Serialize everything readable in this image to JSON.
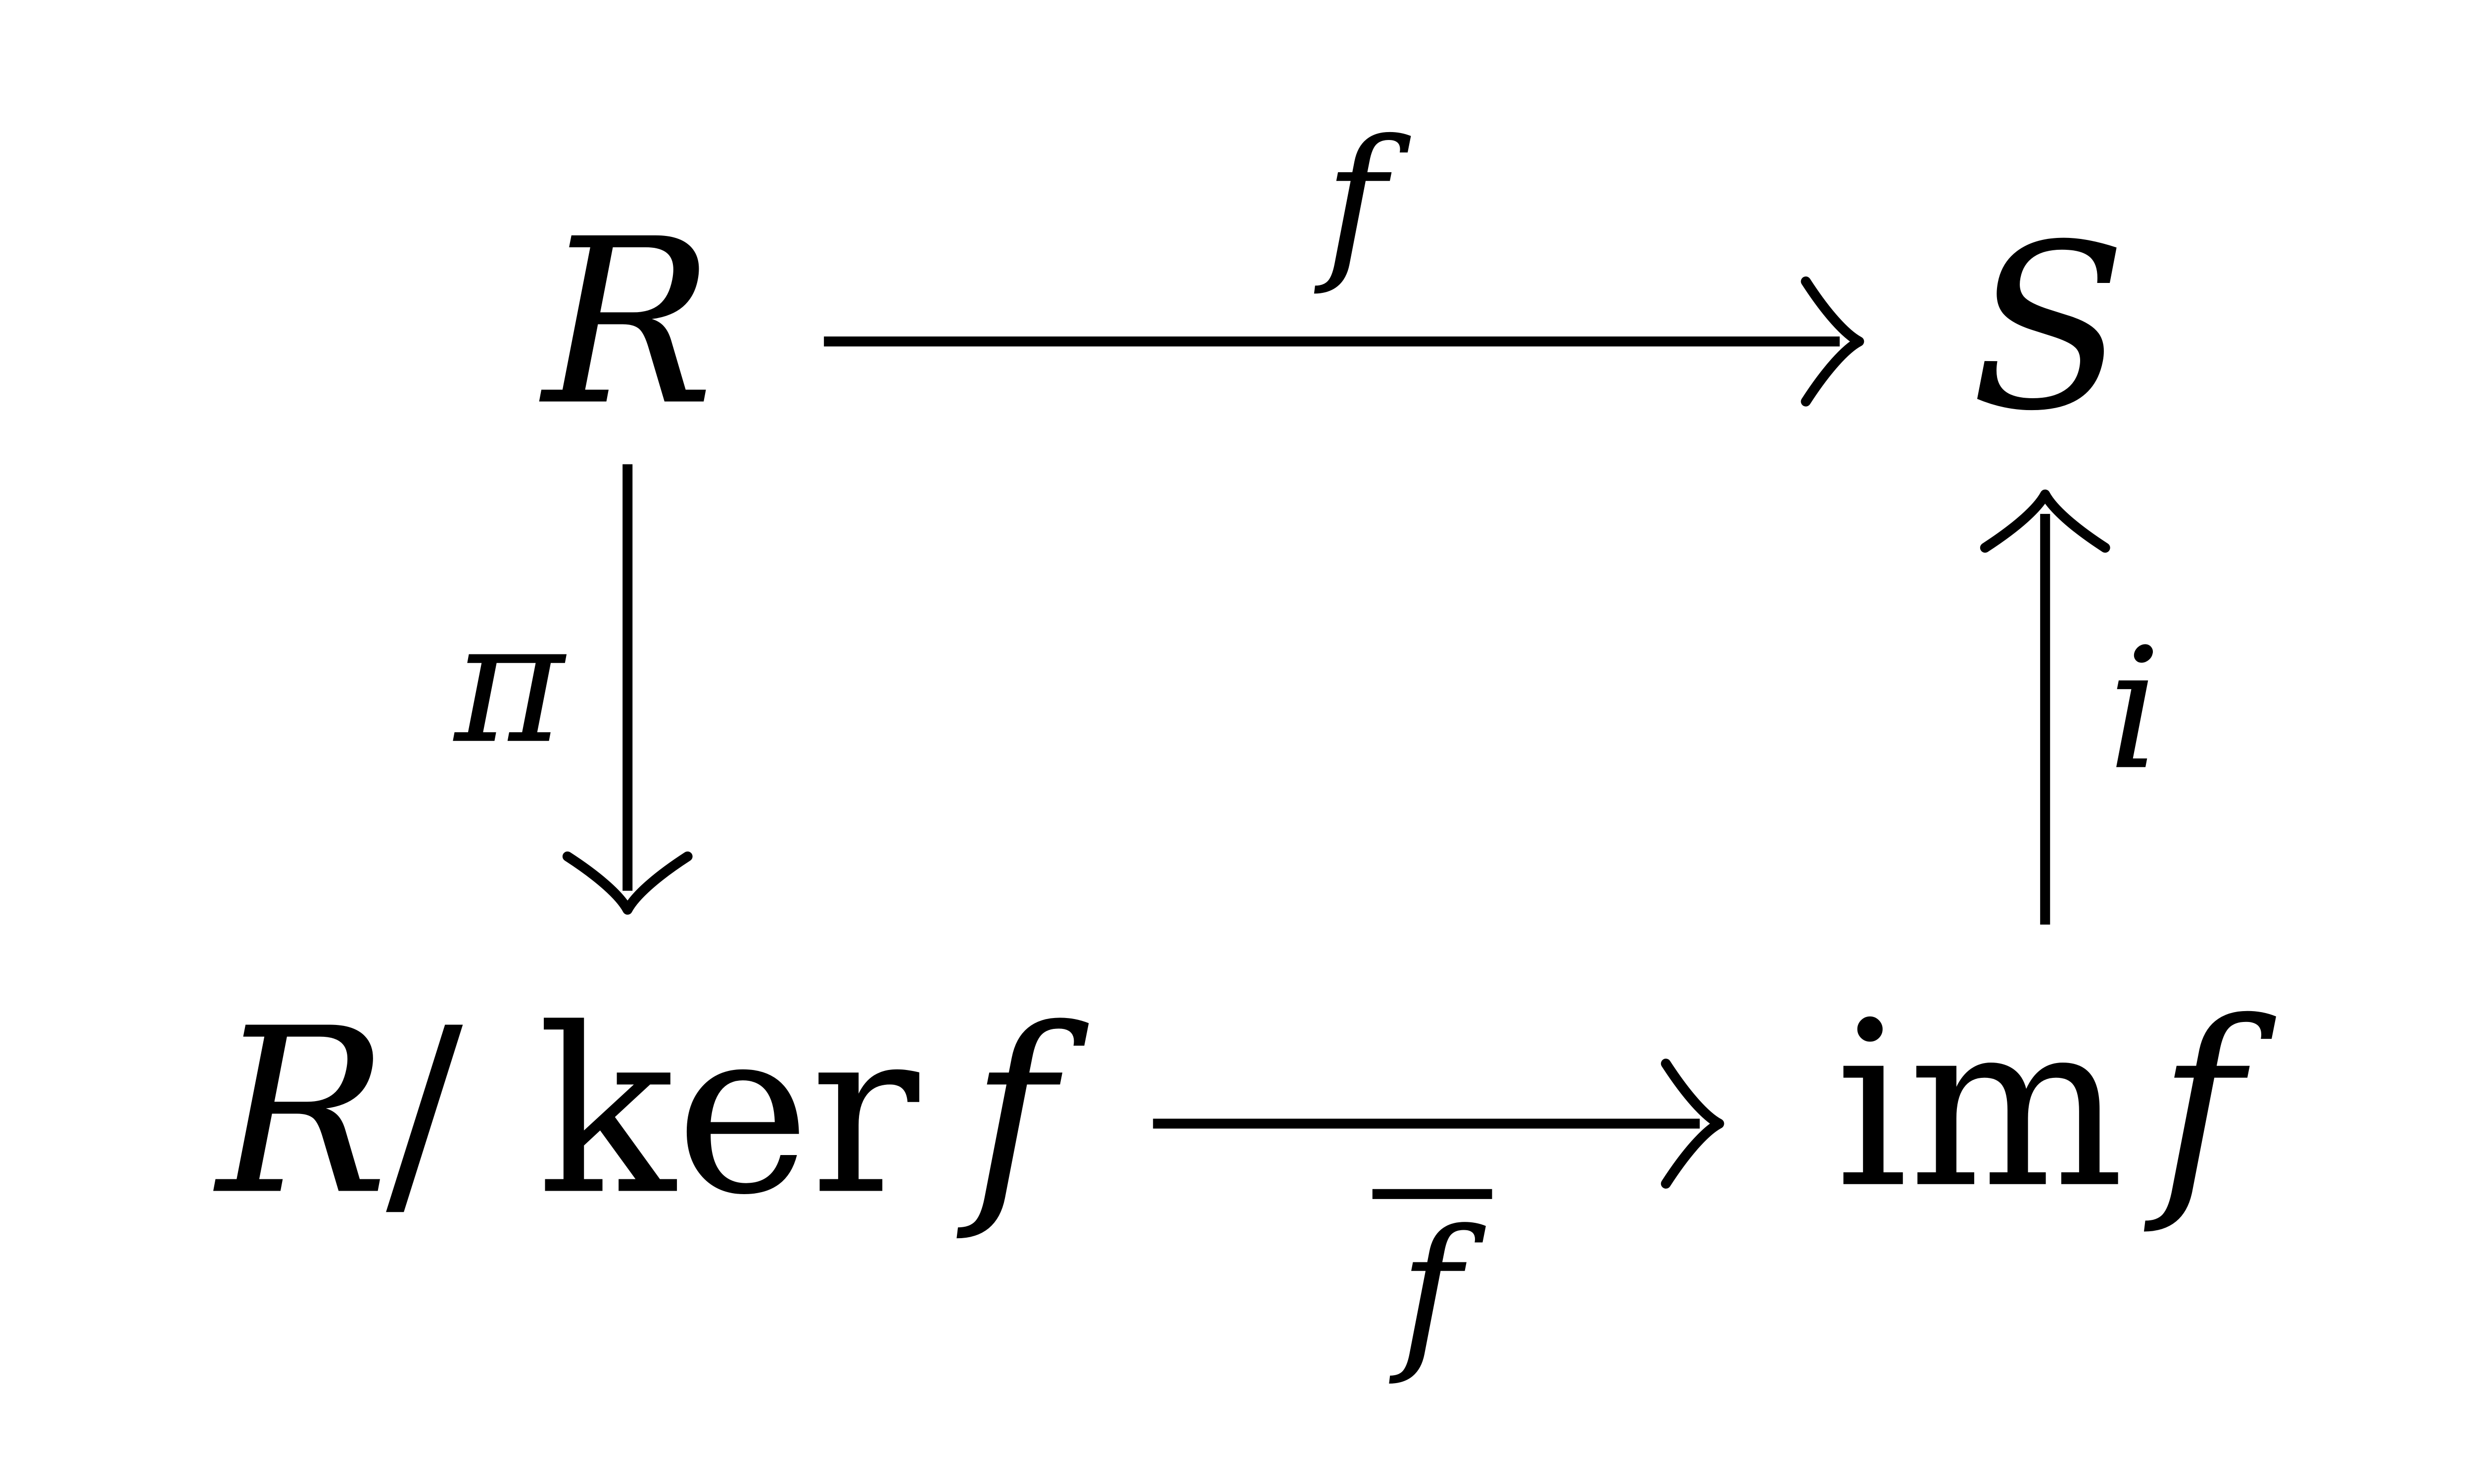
{
  "colors": {
    "background": "#ffffff",
    "ink": "#000000"
  },
  "diagram": {
    "type": "commutative-diagram",
    "nodes": {
      "top_left": {
        "label": "R"
      },
      "top_right": {
        "label": "S"
      },
      "bottom_left": {
        "label": "R/ker f",
        "parts": {
          "R": "R",
          "slash": "/",
          "ker": "ker",
          "f": "f"
        }
      },
      "bottom_right": {
        "label": "im f",
        "parts": {
          "im": "im",
          "f": "f"
        }
      }
    },
    "arrows": {
      "top": {
        "from": "R",
        "to": "S",
        "label": "f",
        "direction": "right"
      },
      "left": {
        "from": "R",
        "to": "R/ker f",
        "label": "π",
        "direction": "down"
      },
      "bottom": {
        "from": "R/ker f",
        "to": "im f",
        "label": "f̄",
        "label_base": "f",
        "direction": "right"
      },
      "right": {
        "from": "im f",
        "to": "S",
        "label": "i",
        "direction": "up"
      }
    }
  }
}
